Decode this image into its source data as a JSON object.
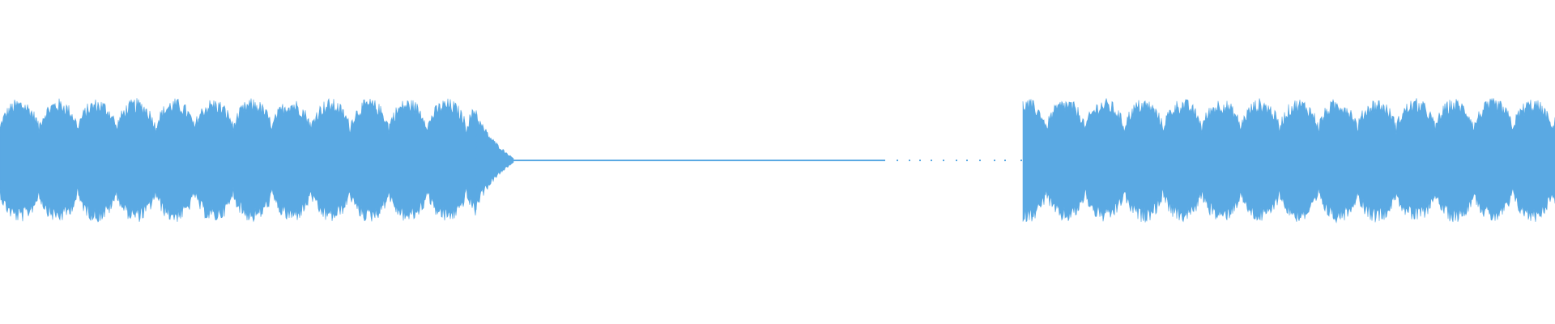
{
  "waveform": {
    "color": "#5aa9e3",
    "background": "#ffffff",
    "segments": [
      {
        "kind": "active",
        "start": 0.0,
        "end": 0.306,
        "amplitude": 0.55
      },
      {
        "kind": "decay",
        "start": 0.306,
        "end": 0.33,
        "amplitude_from": 0.55,
        "amplitude_to": 0.02
      },
      {
        "kind": "near-silence",
        "start": 0.33,
        "end": 0.568,
        "amplitude": 0.01
      },
      {
        "kind": "sparse-dots",
        "start": 0.568,
        "end": 0.658,
        "amplitude": 0.0
      },
      {
        "kind": "active",
        "start": 0.658,
        "end": 1.0,
        "amplitude": 0.55
      }
    ]
  }
}
